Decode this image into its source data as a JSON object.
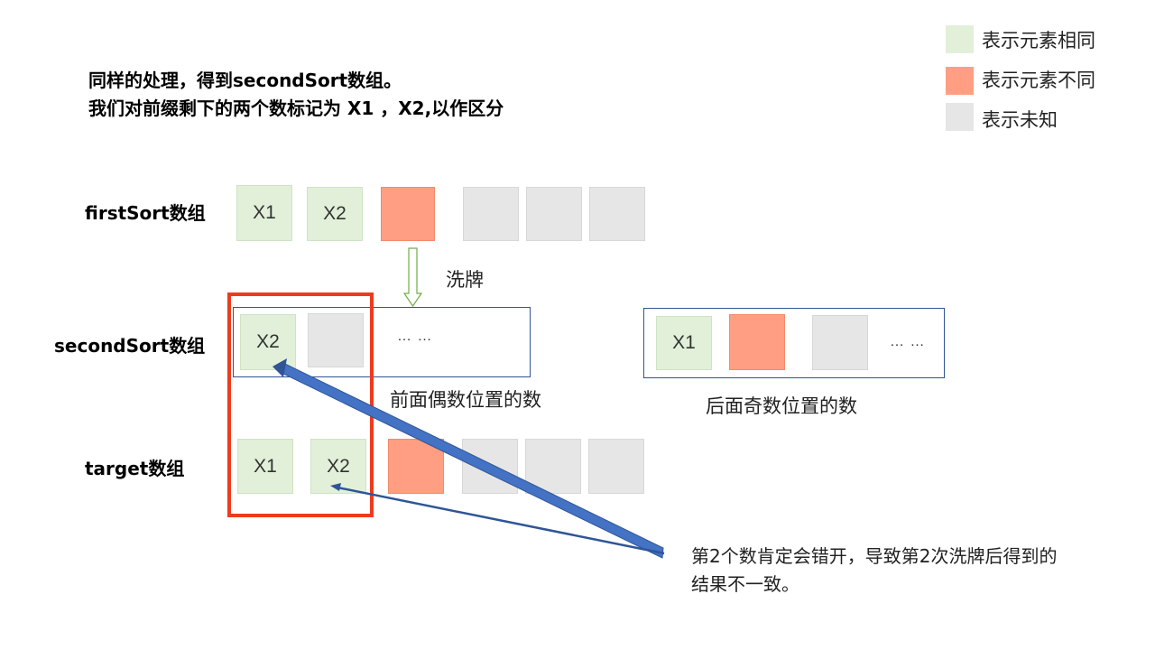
{
  "intro": {
    "line1": "同样的处理，得到secondSort数组。",
    "line2": "我们对前缀剩下的两个数标记为 X1 ，X2,以作区分"
  },
  "legend": [
    {
      "label": "表示元素相同",
      "color": "#e2f0d9"
    },
    {
      "label": "表示元素不同",
      "color": "#ff9e82"
    },
    {
      "label": "表示未知",
      "color": "#e7e6e6"
    }
  ],
  "rows": {
    "first": {
      "label": "firstSort数组",
      "cells": [
        "X1",
        "X2",
        "",
        "",
        "",
        ""
      ]
    },
    "second": {
      "label": "secondSort数组",
      "even_cells": [
        "X2",
        ""
      ],
      "even_ellipsis": "… …",
      "odd_cells": [
        "X1",
        "",
        ""
      ],
      "odd_ellipsis": "… …"
    },
    "target": {
      "label": "target数组",
      "cells": [
        "X1",
        "X2",
        "",
        "",
        "",
        ""
      ]
    }
  },
  "shuffle_label": "洗牌",
  "captions": {
    "even": "前面偶数位置的数",
    "odd": "后面奇数位置的数"
  },
  "note": {
    "line1": "第2个数肯定会错开，导致第2次洗牌后得到的",
    "line2": "结果不一致。"
  },
  "colors": {
    "same": "#e2f0d9",
    "different": "#ff9e82",
    "unknown": "#e7e6e6",
    "highlight": "#ee3b1d",
    "arrow": "#4472c4"
  }
}
